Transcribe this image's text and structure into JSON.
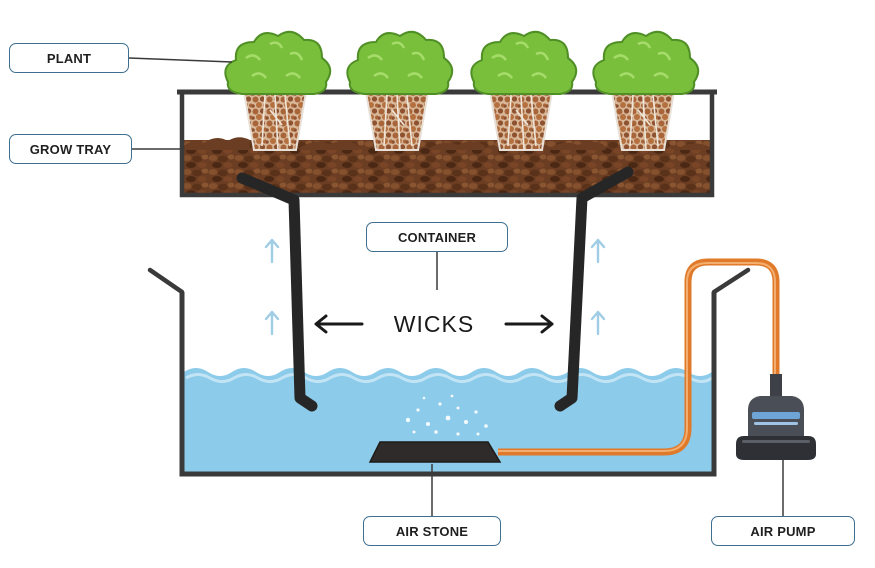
{
  "labels": {
    "plant": "PLANT",
    "grow_tray": "GROW TRAY",
    "container": "CONTAINER",
    "wicks": "WICKS",
    "air_stone": "AIR STONE",
    "air_pump": "AIR PUMP"
  },
  "colors": {
    "water": "#8ccbea",
    "water_wave": "#c2e4f5",
    "soil": "#6b3d22",
    "soil_dark": "#4b2814",
    "leaf": "#79bf3c",
    "leaf_dark": "#4f8f25",
    "tube": "#e07a2a",
    "outline": "#3a3a3a",
    "label_border": "#3e6f8f",
    "arrow_up": "#9fcde6"
  }
}
